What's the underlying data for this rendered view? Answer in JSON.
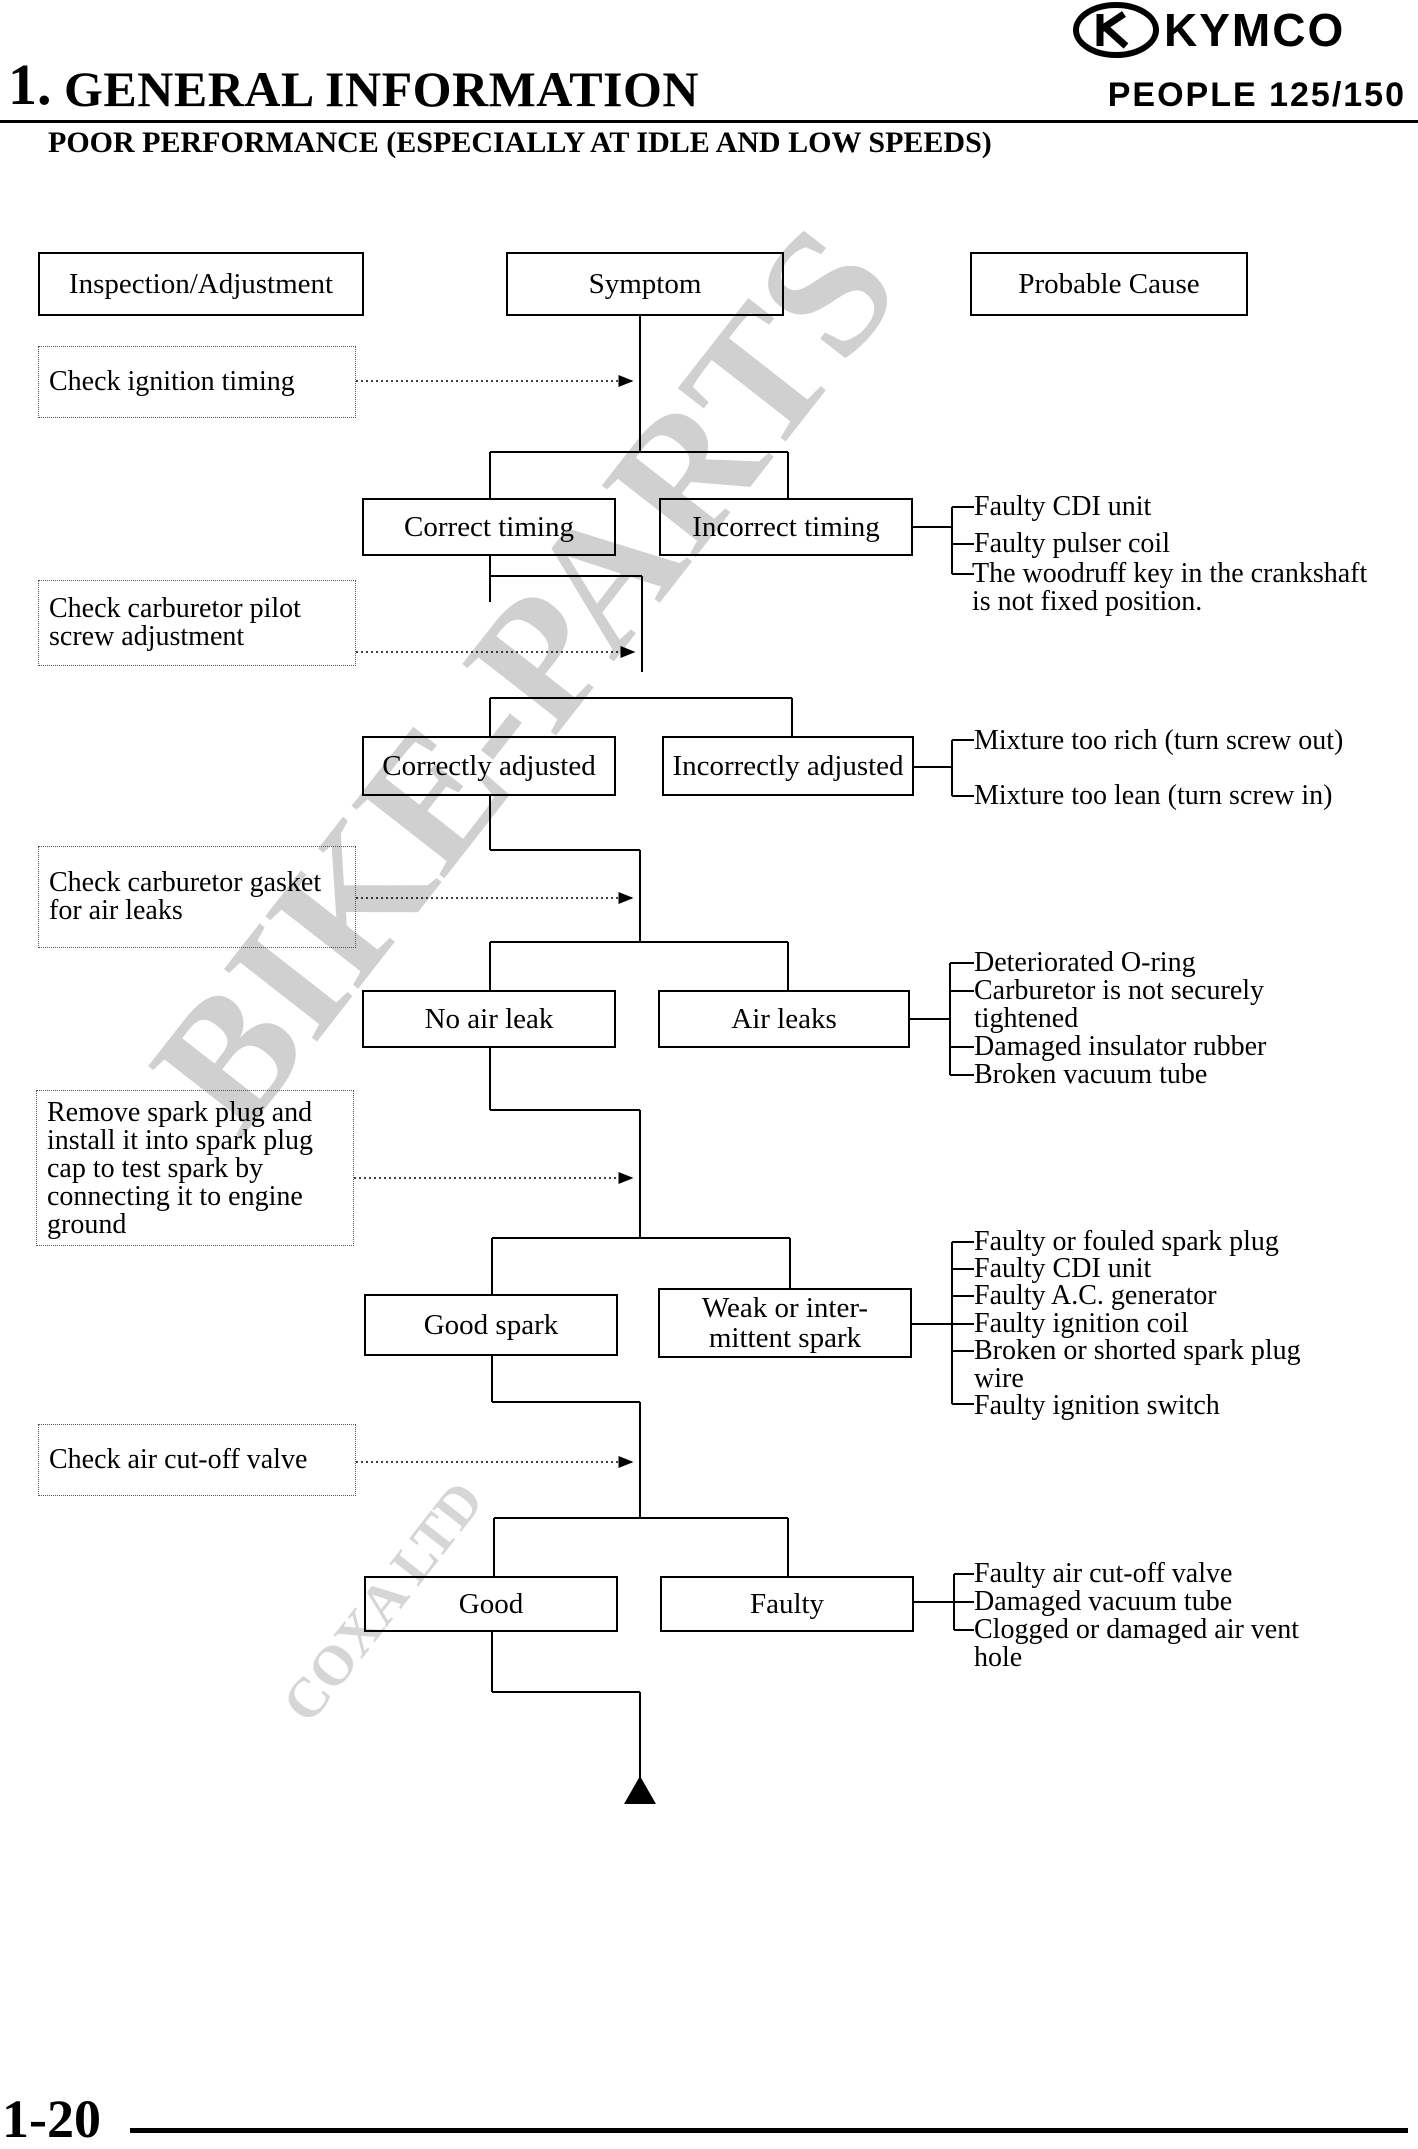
{
  "header": {
    "section_number": "1.",
    "section_title": "GENERAL INFORMATION",
    "model": "PEOPLE 125/150",
    "brand": "KYMCO",
    "subtitle": "POOR PERFORMANCE (ESPECIALLY AT IDLE AND LOW SPEEDS)"
  },
  "columns": {
    "inspection": "Inspection/Adjustment",
    "symptom": "Symptom",
    "cause": "Probable Cause"
  },
  "steps": [
    {
      "inspection": "Check ignition timing",
      "ok": "Correct timing",
      "bad": "Incorrect timing",
      "causes": [
        "Faulty CDI unit",
        "Faulty pulser coil",
        "The woodruff key in the crankshaft is not fixed position."
      ]
    },
    {
      "inspection": "Check carburetor pilot screw adjustment",
      "ok": "Correctly adjusted",
      "bad": "Incorrectly adjusted",
      "causes": [
        "Mixture too rich (turn screw out)",
        "Mixture too lean (turn screw in)"
      ]
    },
    {
      "inspection": "Check carburetor gasket for air leaks",
      "ok": "No air leak",
      "bad": "Air leaks",
      "causes": [
        "Deteriorated O-ring",
        "Carburetor is not securely tightened",
        "Damaged insulator rubber",
        "Broken vacuum tube"
      ]
    },
    {
      "inspection": "Remove spark plug and install it into spark plug cap to test spark by connecting it to engine ground",
      "ok": "Good spark",
      "bad": "Weak or inter- mittent spark",
      "causes": [
        "Faulty or fouled spark plug",
        "Faulty CDI unit",
        "Faulty A.C. generator",
        "Faulty ignition coil",
        "Broken or shorted spark plug wire",
        "Faulty ignition switch"
      ]
    },
    {
      "inspection": "Check air cut-off valve",
      "ok": "Good",
      "bad": "Faulty",
      "causes": [
        "Faulty air cut-off valve",
        "Damaged vacuum tube",
        "Clogged or damaged air vent hole"
      ]
    }
  ],
  "footer": {
    "page_number": "1-20"
  },
  "watermark": {
    "main": "BIKE-PARTS",
    "sub": "COXA LTD"
  }
}
